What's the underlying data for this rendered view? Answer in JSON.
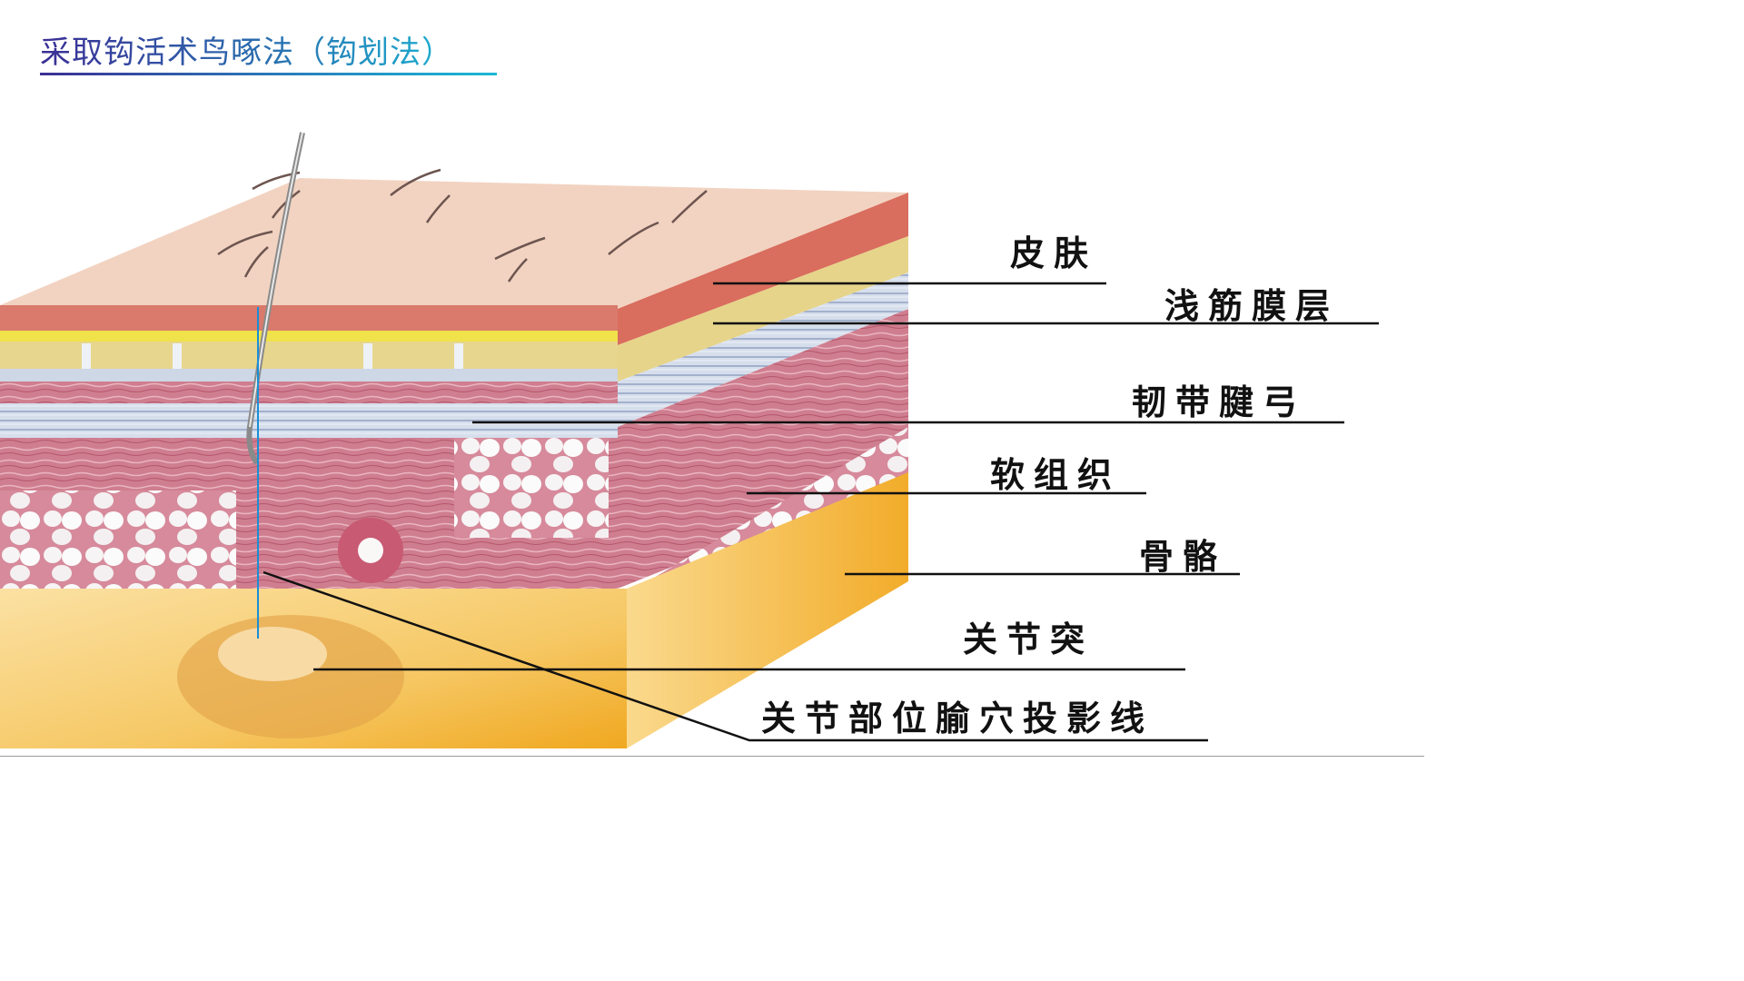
{
  "header": {
    "title": "采取钩活术鸟啄法（钩划法）"
  },
  "diagram": {
    "type": "anatomical cross-section",
    "instrument": "hook needle",
    "labels": [
      {
        "id": "skin",
        "text": "皮肤"
      },
      {
        "id": "superficial-fascia",
        "text": "浅筋膜层"
      },
      {
        "id": "ligament-tendon-bow",
        "text": "韧带腱弓"
      },
      {
        "id": "soft-tissue",
        "text": "软组织"
      },
      {
        "id": "bone",
        "text": "骨骼"
      },
      {
        "id": "articular-process",
        "text": "关节突"
      },
      {
        "id": "joint-acupoint-projection-line",
        "text": "关节部位腧穴投影线"
      }
    ],
    "colors": {
      "skin_surface": "#f2d3c1",
      "dermis": "#d9776a",
      "fat_yellow": "#e9d88a",
      "fascia_blue": "#c8d3e4",
      "muscle_pink": "#c96f84",
      "bone": "#f6c15a",
      "projection_line": "#1a8fd6",
      "leader_line": "#111111"
    }
  }
}
